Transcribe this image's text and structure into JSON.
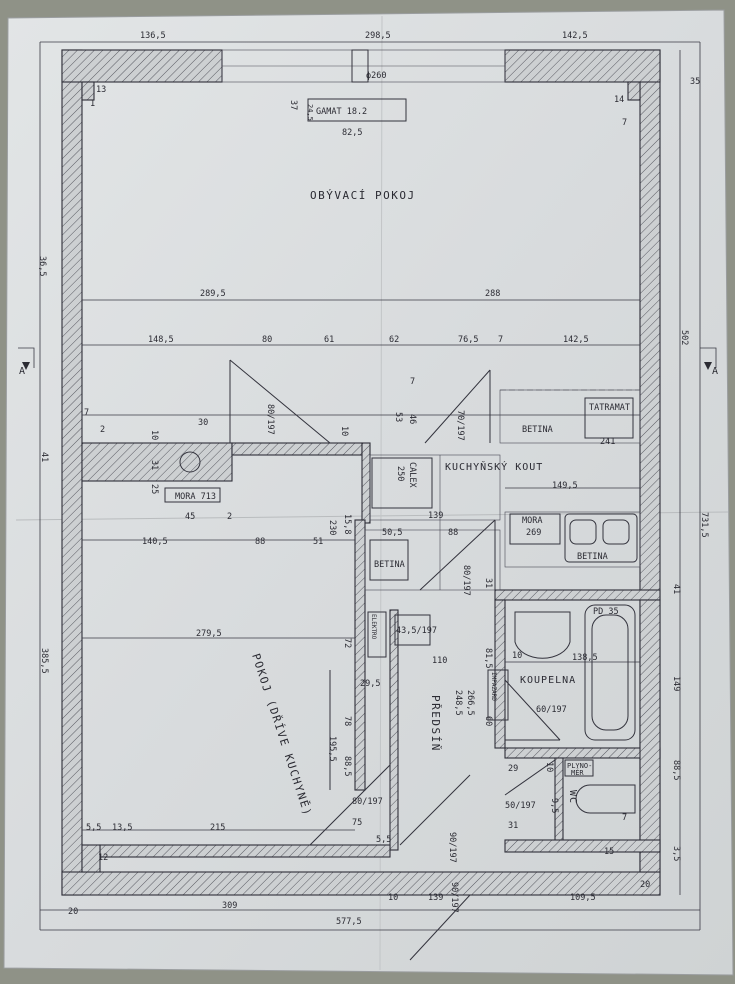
{
  "rooms": {
    "living": "OBÝVACÍ POKOJ",
    "kitchen": "KUCHYŇSKÝ KOUT",
    "room": "POKOJ (DŘÍVE KUCHYNĚ)",
    "hall": "PŘEDSÍŇ",
    "bath": "KOUPELNA",
    "wc": "WC"
  },
  "fixtures": {
    "gamat": "GAMAT 18.2",
    "betina1": "BETINA",
    "tatramat": "TATRAMAT",
    "tatramat_val": "241",
    "calex": "CALEX",
    "calex_val": "250",
    "mora713": "MORA 713",
    "mora269": "MORA",
    "mora269_val": "269",
    "betina2": "BETINA",
    "betina3": "BETINA",
    "elektro": "ELEKTRO",
    "plyno": "PLYNO-",
    "mer": "MĚR",
    "pd": "PD 35",
    "impacz": "IMPAZARD",
    "pipe": "ϕ260"
  },
  "dims": {
    "top_a": "136,5",
    "top_b": "298,5",
    "top_c": "142,5",
    "d13": "13",
    "d1": "1",
    "d14": "14",
    "d7a": "7",
    "d35a": "35",
    "d37": "37",
    "d245": "24,5",
    "d825": "82,5",
    "d365": "36,5",
    "d502": "502",
    "d2895": "289,5",
    "d288": "288",
    "d1485": "148,5",
    "d80": "80",
    "d61": "61",
    "d62": "62",
    "d765": "76,5",
    "d1425b": "142,5",
    "d7b": "7",
    "d7c": "7",
    "d2": "2",
    "d7d": "7",
    "d53": "53",
    "d46": "46",
    "d80197a": "80/197",
    "d70197": "70/197",
    "d10a": "10",
    "d30": "30",
    "d10b": "10",
    "d41": "41",
    "d31": "31",
    "d25": "25",
    "d1495": "149,5",
    "d45": "45",
    "d2b": "2",
    "d1405": "140,5",
    "d88": "88",
    "d51": "51",
    "d230": "230",
    "d158": "15,8",
    "d505": "50,5",
    "d139": "139",
    "d88b": "88",
    "d7315": "731,5",
    "d41b": "41",
    "d80197b": "80/197",
    "d31b": "31",
    "d2795": "279,5",
    "d435": "43,5/197",
    "d72": "72",
    "d10c": "10",
    "d815": "81,5",
    "d1385": "138,5",
    "d110": "110",
    "d149": "149",
    "d3855": "385,5",
    "d295": "29,5",
    "d2485": "248,5",
    "d2665": "266,5",
    "d60": "60",
    "d60197": "60/197",
    "d78": "78",
    "d1955": "195,5",
    "d885": "88,5",
    "d885b": "88,5",
    "d80197c": "80/197",
    "d29": "29",
    "d10d": "10",
    "d50197": "50/197",
    "d95": "9,5",
    "d55": "5,5",
    "d135": "13,5",
    "d215": "215",
    "d75": "75",
    "d55b": "5,5",
    "d31c": "31",
    "d90197": "90/197",
    "d12": "12",
    "d7e": "7",
    "d15": "15",
    "d35b": "3,5",
    "d20a": "20",
    "d309": "309",
    "d10e": "10",
    "d139b": "139",
    "d90197b": "90/197",
    "d1095": "109,5",
    "d20b": "20",
    "d5775": "577,5",
    "secA": "A",
    "secA2": "A"
  }
}
